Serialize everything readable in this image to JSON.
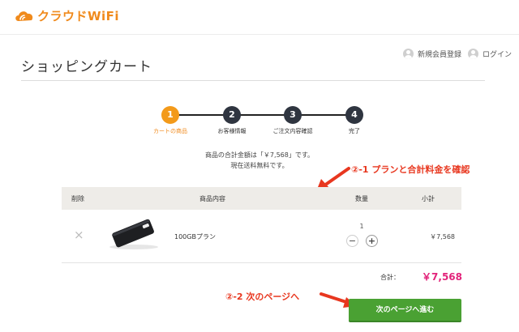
{
  "brand": {
    "name": "クラウドWiFi",
    "color": "#f08a1c"
  },
  "header": {
    "register_label": "新規会員登録",
    "login_label": "ログイン"
  },
  "page": {
    "title": "ショッピングカート"
  },
  "steps": [
    {
      "number": "1",
      "label": "カートの商品",
      "active": true
    },
    {
      "number": "2",
      "label": "お客様情報",
      "active": false
    },
    {
      "number": "3",
      "label": "ご注文内容確認",
      "active": false
    },
    {
      "number": "4",
      "label": "完了",
      "active": false
    }
  ],
  "summary": {
    "line1": "商品の合計金額は「￥7,568」です。",
    "line2": "現在送料無料です。"
  },
  "annotations": {
    "plan_check": "②-1 プランと合計料金を確認",
    "next_page": "②-2 次のページへ"
  },
  "cart_table": {
    "headers": {
      "remove": "削除",
      "product": "商品内容",
      "quantity": "数量",
      "subtotal": "小計"
    },
    "rows": [
      {
        "remove_icon": "×",
        "product_name": "100GBプラン",
        "quantity": "1",
        "minus": "−",
        "plus": "+",
        "subtotal": "￥7,568"
      }
    ]
  },
  "totals": {
    "label": "合計：",
    "value": "￥7,568"
  },
  "next_button": {
    "label": "次のページへ進む"
  },
  "colors": {
    "accent_orange": "#f39a1a",
    "annotation_red": "#e8371f",
    "total_pink": "#e2237a",
    "button_green": "#4aa133",
    "step_dark": "#2f3540"
  }
}
